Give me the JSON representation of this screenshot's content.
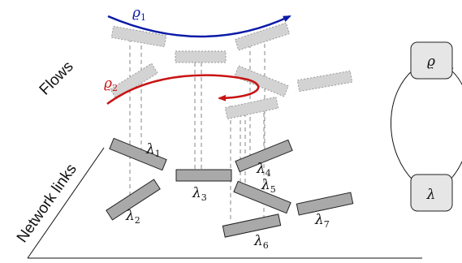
{
  "labels": {
    "flows_axis": "Flows",
    "links_axis": "Network links"
  },
  "flows": [
    {
      "symbol": "ϱ",
      "sub": "1",
      "color": "#0a1aa8"
    },
    {
      "symbol": "ϱ",
      "sub": "2",
      "color": "#c81414"
    }
  ],
  "links": [
    {
      "symbol": "λ",
      "sub": "1"
    },
    {
      "symbol": "λ",
      "sub": "2"
    },
    {
      "symbol": "λ",
      "sub": "3"
    },
    {
      "symbol": "λ",
      "sub": "4"
    },
    {
      "symbol": "λ",
      "sub": "5"
    },
    {
      "symbol": "λ",
      "sub": "6"
    },
    {
      "symbol": "λ",
      "sub": "7"
    }
  ],
  "cycle": {
    "top_node": "ϱ",
    "bottom_node": "λ"
  }
}
